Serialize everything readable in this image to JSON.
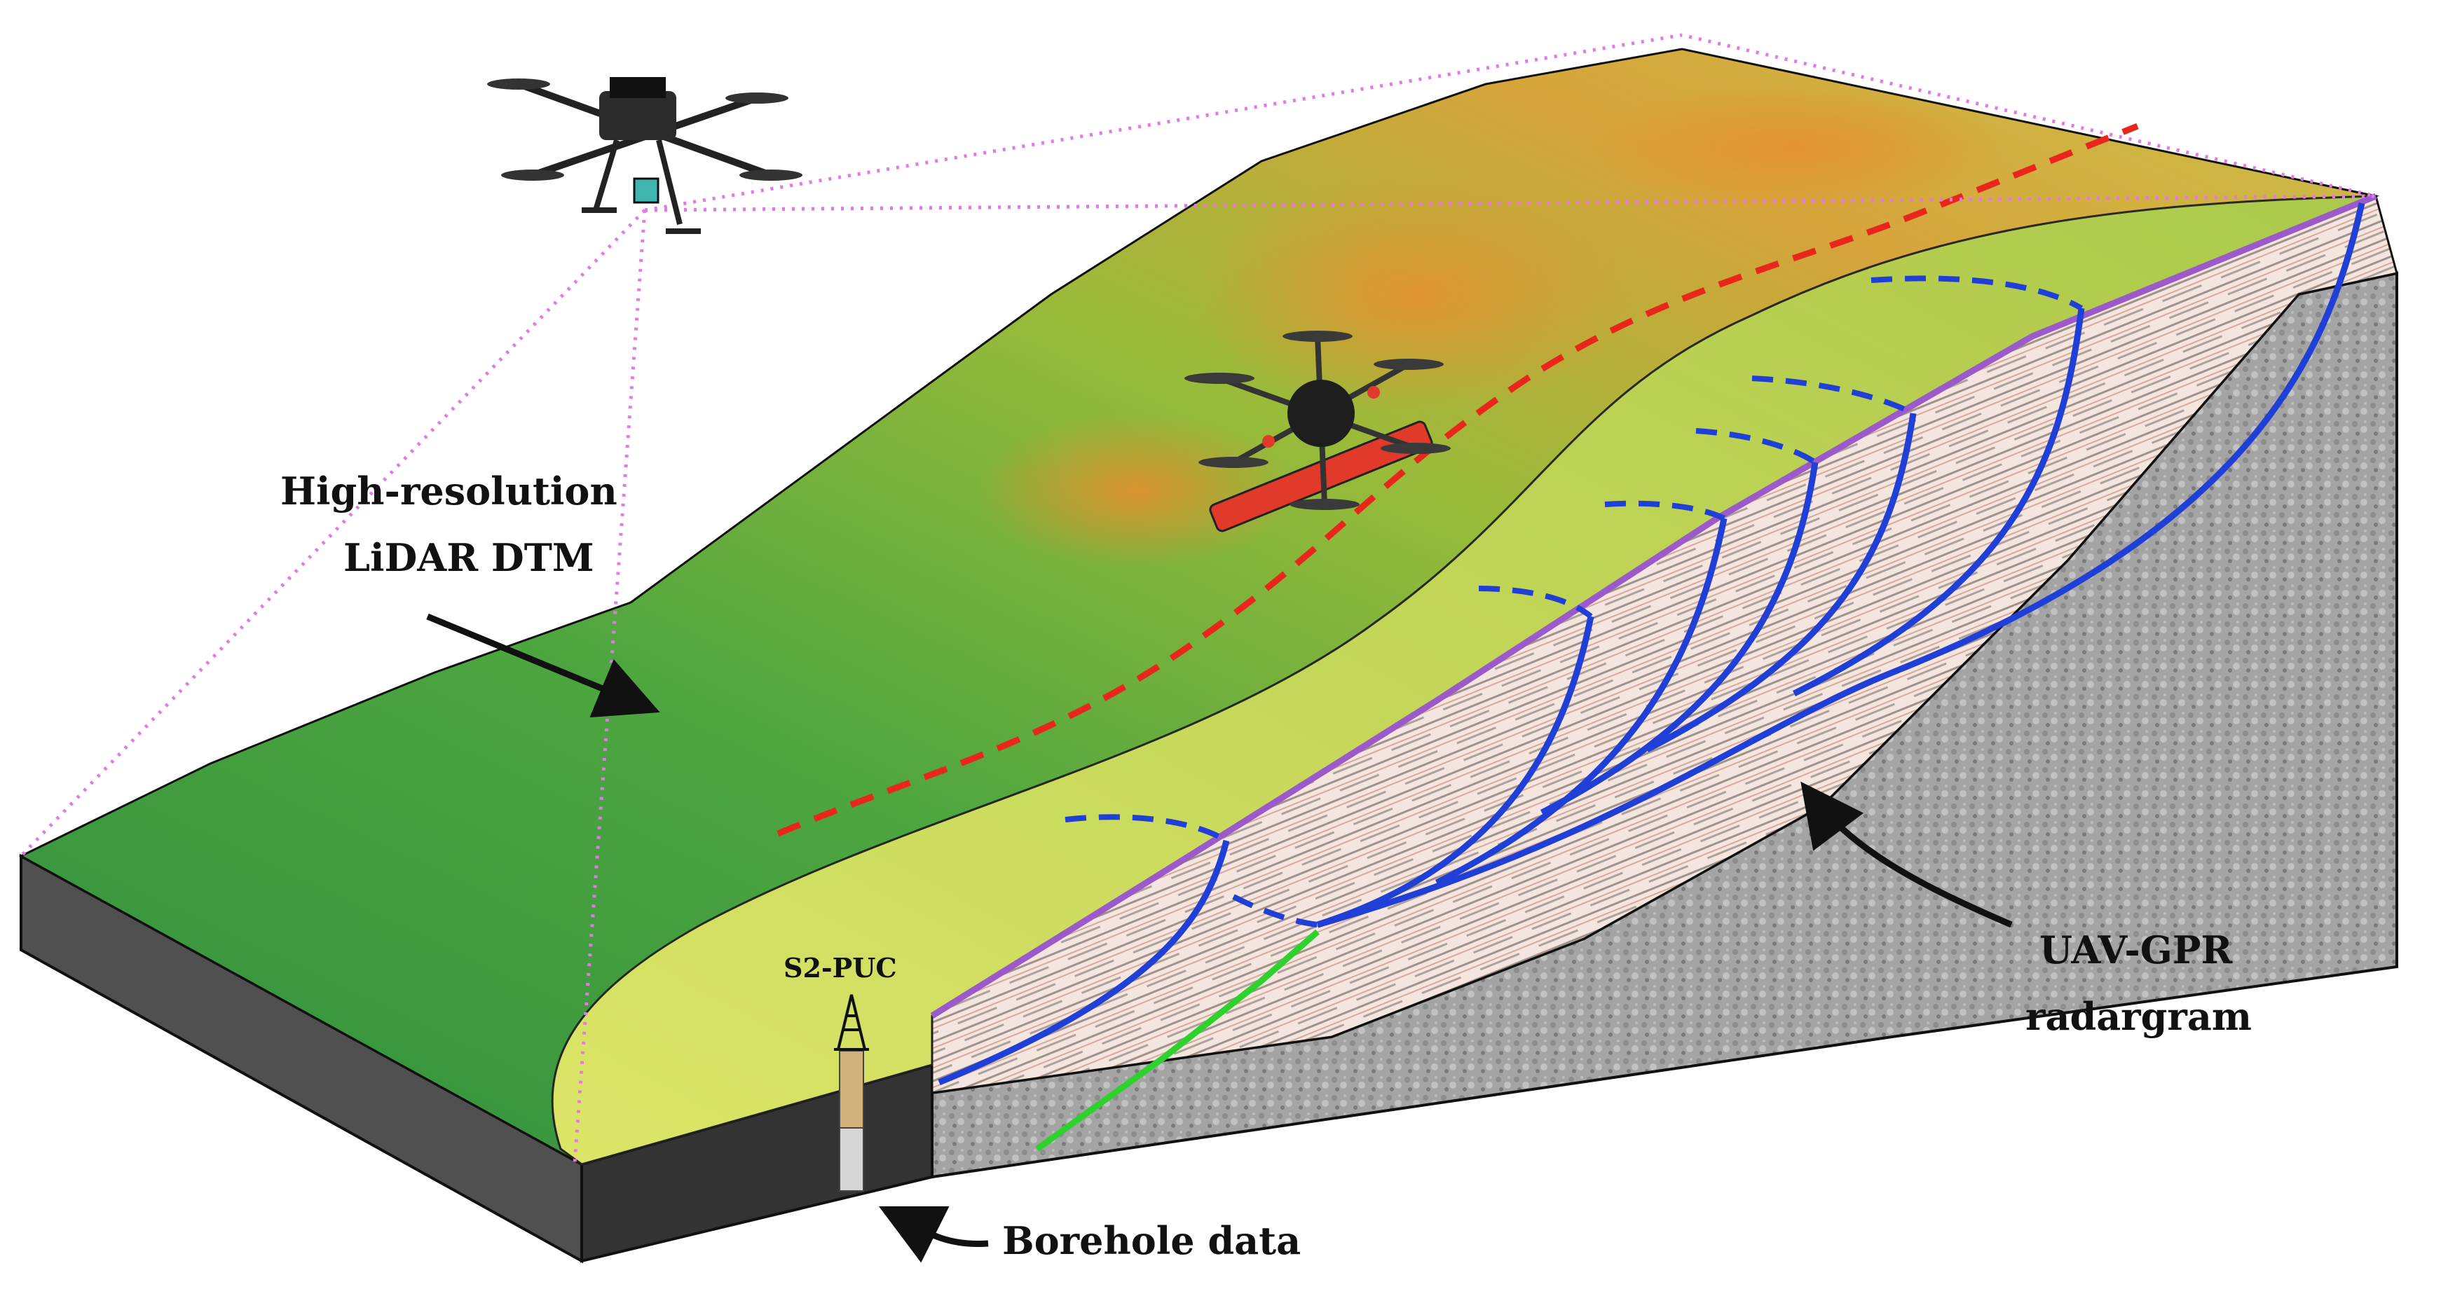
{
  "labels": {
    "lidar_line1": "High-resolution",
    "lidar_line2": "LiDAR DTM",
    "borehole_id": "S2-PUC",
    "borehole_caption": "Borehole data",
    "gpr_line1": "UAV-GPR",
    "gpr_line2": "radargram"
  },
  "colors": {
    "scan_beam": "#e27ae6",
    "radar_surface": "#9b59c9",
    "failure_surface": "#1f3fd6",
    "boundary_dashed": "#e8261b",
    "basal_layer": "#2fd12f",
    "block_side": "#3c3c3c",
    "bedrock": "#a6a6a6"
  },
  "icons": {
    "lidar_drone": "quadcopter-lidar-icon",
    "gpr_drone": "hexacopter-gpr-icon",
    "borehole_rig": "drill-rig-icon"
  }
}
